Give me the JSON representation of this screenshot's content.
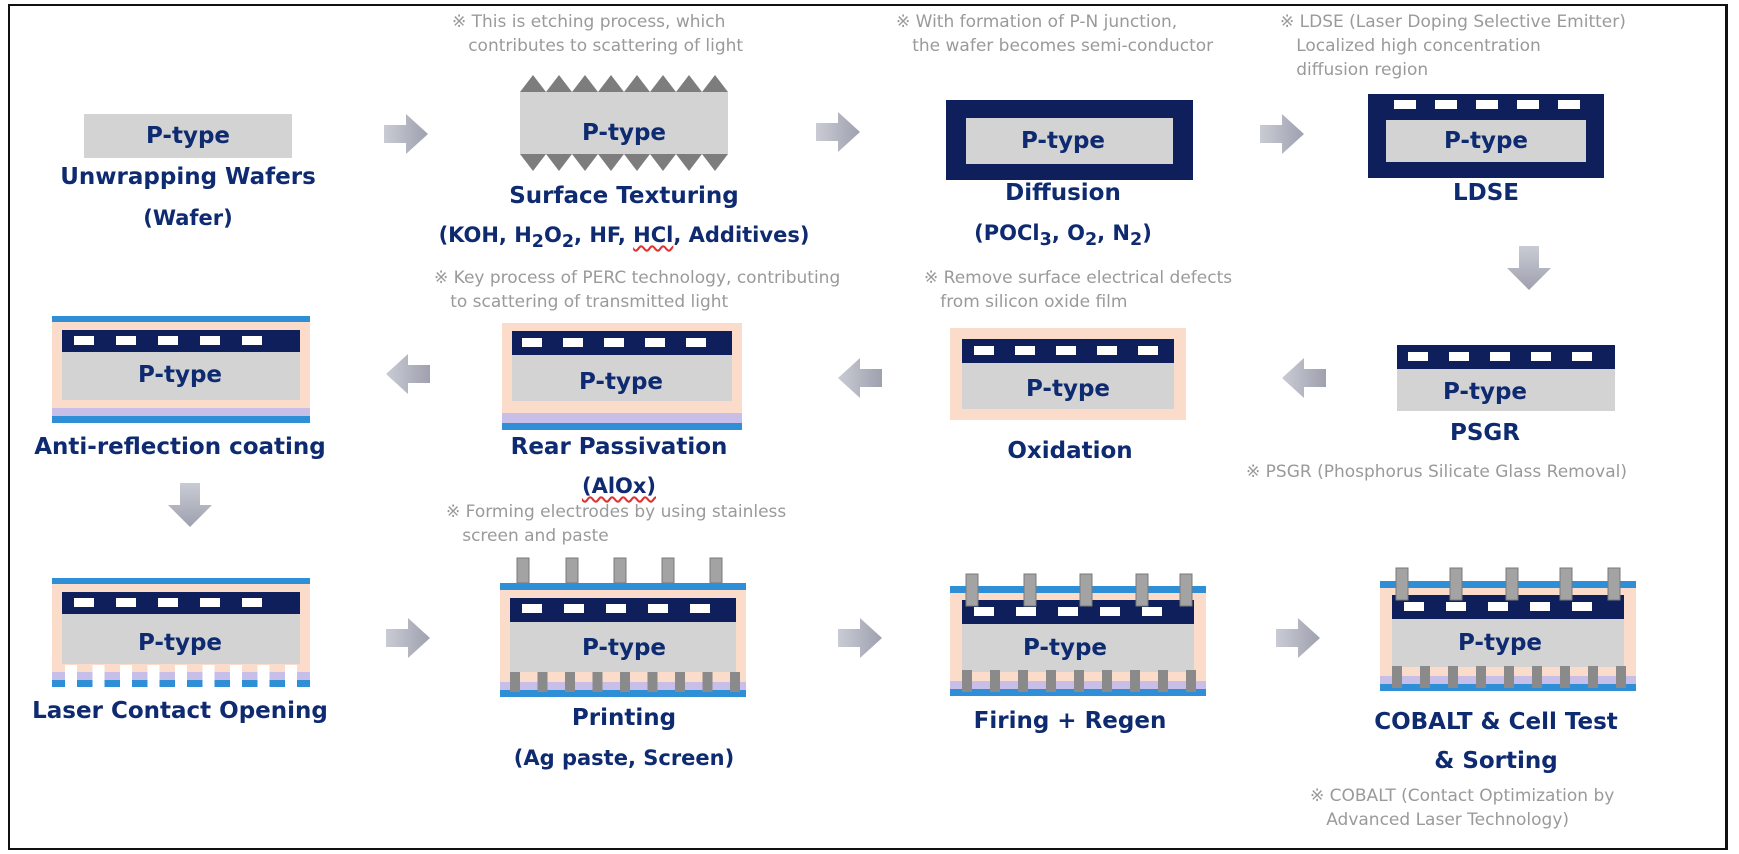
{
  "wafer_label": "P-type",
  "notes": {
    "texturing": "※ This is etching process, which\n   contributes to scattering of light",
    "diffusion": "※ With formation of P-N junction,\n   the wafer becomes semi-conductor",
    "ldse": "※ LDSE (Laser Doping Selective Emitter)\n   Localized high concentration\n   diffusion region",
    "rear_passivation": "※ Key process of PERC technology, contributing\n   to scattering of transmitted light",
    "oxidation": "※ Remove surface electrical defects\n   from silicon oxide film",
    "psgr": "※ PSGR (Phosphorus Silicate Glass Removal)",
    "printing": "※ Forming electrodes by using stainless\n   screen and paste",
    "cobalt": "※ COBALT (Contact Optimization by\n   Advanced Laser Technology)"
  },
  "steps": {
    "unwrapping": {
      "title": "Unwrapping Wafers",
      "sub": "(Wafer)"
    },
    "texturing": {
      "title": "Surface Texturing",
      "sub_parts": [
        "(KOH, H",
        "2",
        "O",
        "2",
        ", HF, ",
        "HCl",
        ", Additives)"
      ]
    },
    "diffusion": {
      "title": "Diffusion",
      "sub_parts": [
        "(POCl",
        "3",
        ", O",
        "2",
        ", N",
        "2",
        ")"
      ]
    },
    "ldse": {
      "title": "LDSE"
    },
    "psgr": {
      "title": "PSGR"
    },
    "oxidation": {
      "title": "Oxidation"
    },
    "rear_passivation": {
      "title": "Rear Passivation",
      "sub": "(AlOx)"
    },
    "anti_reflection": {
      "title": "Anti-reflection coating"
    },
    "laser_contact": {
      "title": "Laser Contact Opening"
    },
    "printing": {
      "title": "Printing",
      "sub": "(Ag paste, Screen)"
    },
    "firing": {
      "title": "Firing + Regen"
    },
    "cobalt": {
      "title": "COBALT & Cell Test",
      "sub": "& Sorting"
    }
  },
  "colors": {
    "wafer_gray": "#d3d3d3",
    "emitter_navy": "#0e1f5c",
    "oxide_peach": "#fbdccb",
    "coating_blue": "#2f8fd6",
    "passivation_lavender": "#c7bfe8",
    "contact_gray": "#8a8a8a",
    "texture_gray": "#7d7d7d",
    "text_navy": "#0e2a70",
    "note_gray": "#9a9a9a",
    "arrow_gray": "#b7b9c4"
  }
}
